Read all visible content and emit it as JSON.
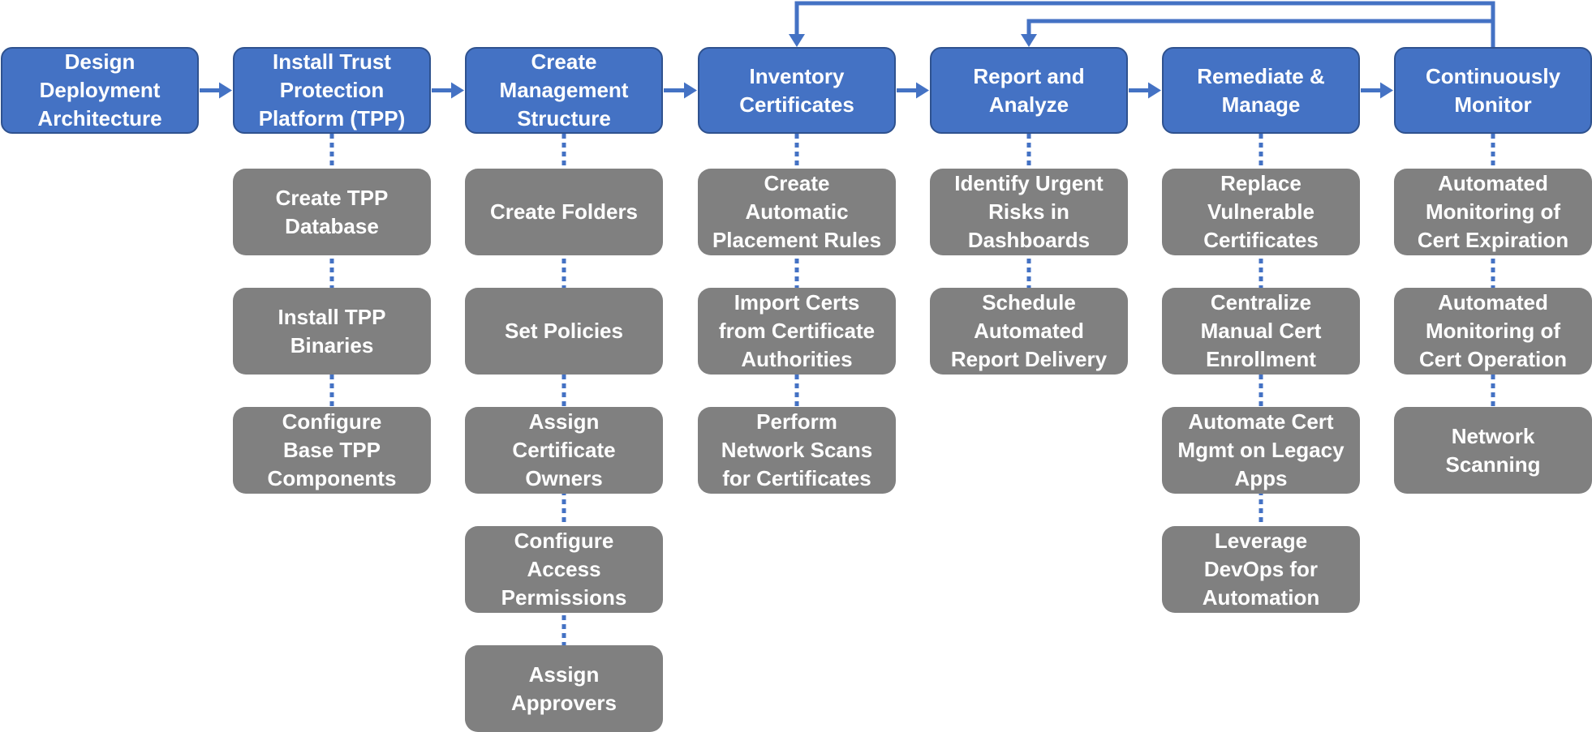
{
  "colors": {
    "stage_fill": "#4472c4",
    "stage_border": "#2f528f",
    "task_fill": "#808080",
    "connector": "#4472c4",
    "text": "#ffffff"
  },
  "stages": [
    {
      "label": "Design\nDeployment\nArchitecture",
      "tasks": []
    },
    {
      "label": "Install Trust\nProtection\nPlatform (TPP)",
      "tasks": [
        {
          "label": "Create TPP\nDatabase"
        },
        {
          "label": "Install TPP\nBinaries"
        },
        {
          "label": "Configure\nBase TPP\nComponents"
        }
      ]
    },
    {
      "label": "Create\nManagement\nStructure",
      "tasks": [
        {
          "label": "Create Folders"
        },
        {
          "label": "Set Policies"
        },
        {
          "label": "Assign\nCertificate\nOwners"
        },
        {
          "label": "Configure\nAccess\nPermissions"
        },
        {
          "label": "Assign\nApprovers"
        }
      ]
    },
    {
      "label": "Inventory\nCertificates",
      "tasks": [
        {
          "label": "Create\nAutomatic\nPlacement Rules"
        },
        {
          "label": "Import Certs\nfrom Certificate\nAuthorities"
        },
        {
          "label": "Perform\nNetwork Scans\nfor Certificates"
        }
      ]
    },
    {
      "label": "Report and\nAnalyze",
      "tasks": [
        {
          "label": "Identify Urgent\nRisks in\nDashboards"
        },
        {
          "label": "Schedule\nAutomated\nReport Delivery"
        }
      ]
    },
    {
      "label": "Remediate &\nManage",
      "tasks": [
        {
          "label": "Replace\nVulnerable\nCertificates"
        },
        {
          "label": "Centralize\nManual Cert\nEnrollment"
        },
        {
          "label": "Automate Cert\nMgmt on Legacy\nApps"
        },
        {
          "label": "Leverage\nDevOps for\nAutomation"
        }
      ]
    },
    {
      "label": "Continuously\nMonitor",
      "tasks": [
        {
          "label": "Automated\nMonitoring of\nCert Expiration"
        },
        {
          "label": "Automated\nMonitoring of\nCert Operation"
        },
        {
          "label": "Network\nScanning"
        }
      ]
    }
  ],
  "feedback_loops": [
    {
      "from_stage": 6,
      "to_stage": 3
    },
    {
      "from_stage": 6,
      "to_stage": 4
    }
  ]
}
